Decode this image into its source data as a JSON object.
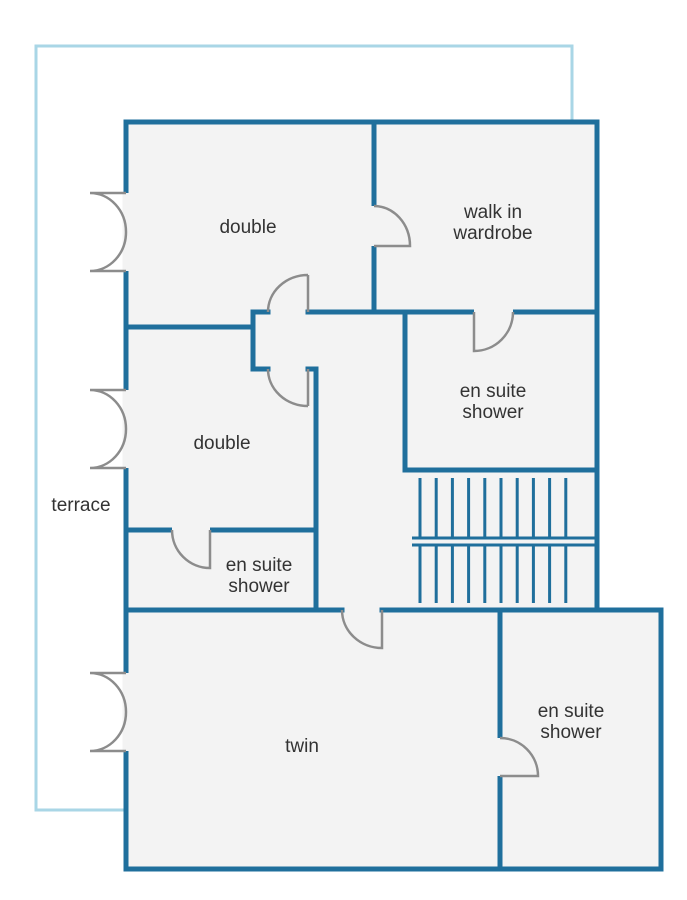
{
  "colors": {
    "wall": "#1f6f9c",
    "terrace_outline": "#a9d6e6",
    "floor": "#f3f3f3",
    "door": "#8c8c8c",
    "label": "#333333",
    "background": "#ffffff"
  },
  "areas": {
    "terrace": {
      "label": "terrace"
    },
    "double_top": {
      "label": "double"
    },
    "walk_in": {
      "label_line1": "walk in",
      "label_line2": "wardrobe"
    },
    "ensuite_top": {
      "label_line1": "en suite",
      "label_line2": "shower"
    },
    "double_mid": {
      "label": "double"
    },
    "ensuite_small": {
      "label_line1": "en suite",
      "label_line2": "shower"
    },
    "twin": {
      "label": "twin"
    },
    "ensuite_right": {
      "label_line1": "en suite",
      "label_line2": "shower"
    }
  },
  "stair": {
    "treads_top_row": 10,
    "treads_bottom_row": 10
  }
}
